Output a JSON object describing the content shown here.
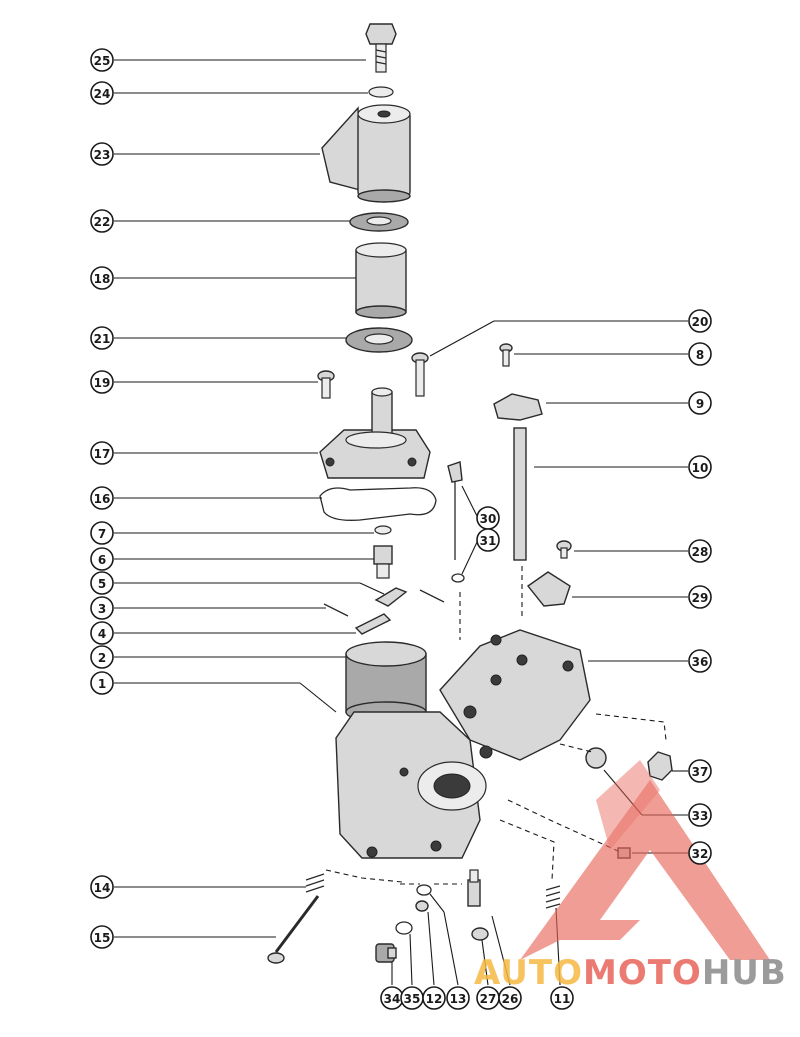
{
  "diagram": {
    "callouts": [
      {
        "id": "25",
        "label": "25"
      },
      {
        "id": "24",
        "label": "24"
      },
      {
        "id": "23",
        "label": "23"
      },
      {
        "id": "22",
        "label": "22"
      },
      {
        "id": "18",
        "label": "18"
      },
      {
        "id": "21",
        "label": "21"
      },
      {
        "id": "19",
        "label": "19"
      },
      {
        "id": "17",
        "label": "17"
      },
      {
        "id": "16",
        "label": "16"
      },
      {
        "id": "7",
        "label": "7"
      },
      {
        "id": "6",
        "label": "6"
      },
      {
        "id": "5",
        "label": "5"
      },
      {
        "id": "3",
        "label": "3"
      },
      {
        "id": "4",
        "label": "4"
      },
      {
        "id": "2",
        "label": "2"
      },
      {
        "id": "1",
        "label": "1"
      },
      {
        "id": "14",
        "label": "14"
      },
      {
        "id": "15",
        "label": "15"
      },
      {
        "id": "20",
        "label": "20"
      },
      {
        "id": "8",
        "label": "8"
      },
      {
        "id": "9",
        "label": "9"
      },
      {
        "id": "10",
        "label": "10"
      },
      {
        "id": "30",
        "label": "30"
      },
      {
        "id": "31",
        "label": "31"
      },
      {
        "id": "28",
        "label": "28"
      },
      {
        "id": "29",
        "label": "29"
      },
      {
        "id": "36",
        "label": "36"
      },
      {
        "id": "37",
        "label": "37"
      },
      {
        "id": "33",
        "label": "33"
      },
      {
        "id": "32",
        "label": "32"
      },
      {
        "id": "34",
        "label": "34"
      },
      {
        "id": "35",
        "label": "35"
      },
      {
        "id": "12",
        "label": "12"
      },
      {
        "id": "13",
        "label": "13"
      },
      {
        "id": "27",
        "label": "27"
      },
      {
        "id": "26",
        "label": "26"
      },
      {
        "id": "11",
        "label": "11"
      }
    ]
  },
  "watermark": {
    "text_part1": "AUTO",
    "text_part2": "MOTO",
    "text_part3": "HUB",
    "color_orange": "#f5b942",
    "color_red": "#e8655a",
    "color_gray": "#8a8a8a"
  }
}
